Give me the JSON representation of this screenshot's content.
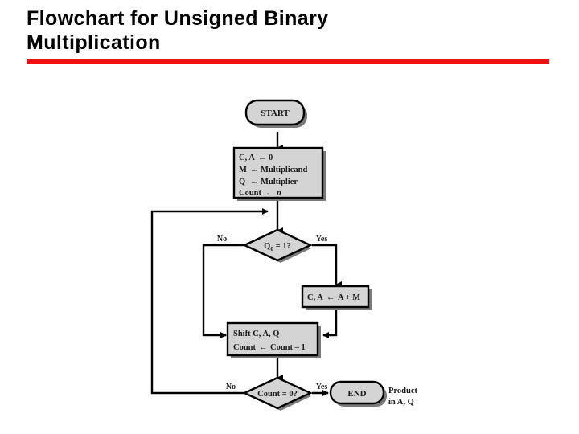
{
  "slide": {
    "title": "Flowchart for Unsigned Binary\nMultiplication",
    "rule_color": "#ee1111",
    "background_color": "#ffffff"
  },
  "flowchart": {
    "node_fill": "#d4d4d4",
    "node_stroke": "#000000",
    "shadow_color": "#7a7a7a",
    "nodes": {
      "start": {
        "type": "terminator",
        "label": "START"
      },
      "init": {
        "type": "process",
        "lines": [
          {
            "left": "C, A",
            "arrow": "←",
            "right": "0"
          },
          {
            "left": "M",
            "arrow": "←",
            "right": "Multiplicand"
          },
          {
            "left": "Q",
            "arrow": "←",
            "right": "Multiplier"
          },
          {
            "left": "Count",
            "arrow": "←",
            "right": "n"
          }
        ]
      },
      "decision_q0": {
        "type": "decision",
        "label": "Q",
        "sub": "0",
        "tail": " = 1?"
      },
      "add": {
        "type": "process",
        "left": "C, A",
        "arrow": "←",
        "right": "A + M"
      },
      "shift": {
        "type": "process",
        "lines": [
          {
            "text": "Shift C, A, Q"
          },
          {
            "left": "Count",
            "arrow": "←",
            "right": "Count – 1"
          }
        ]
      },
      "decision_count": {
        "type": "decision",
        "label": "Count = 0?"
      },
      "end": {
        "type": "terminator",
        "label": "END"
      }
    },
    "edge_labels": {
      "q0_no": "No",
      "q0_yes": "Yes",
      "count_no": "No",
      "count_yes": "Yes"
    },
    "annotation": {
      "line1": "Product",
      "line2": "in A, Q"
    }
  }
}
